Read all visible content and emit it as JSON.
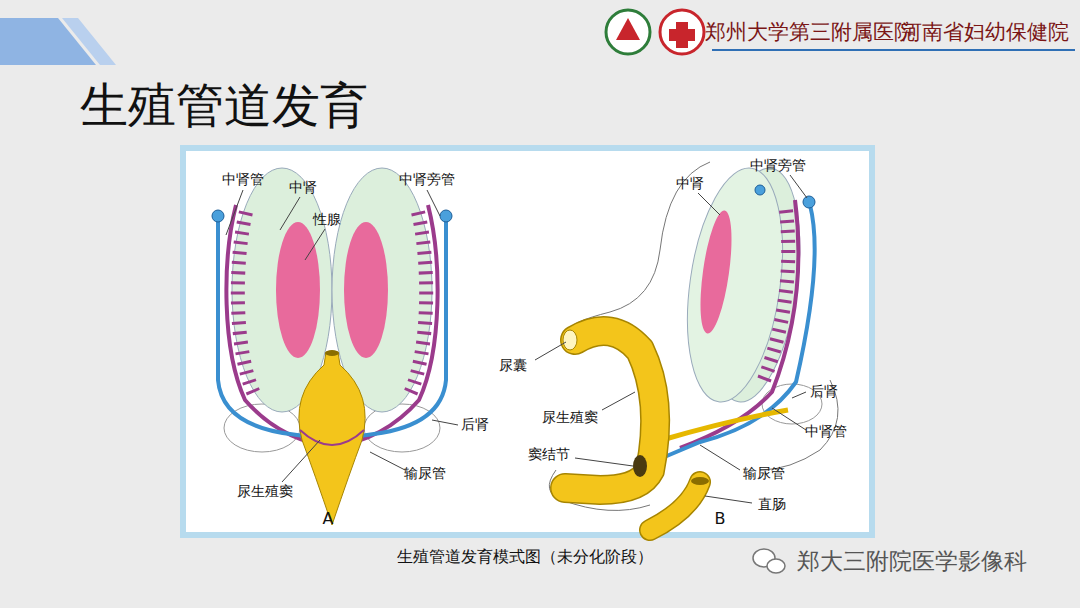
{
  "diagram": {
    "title": "生殖管道发育",
    "caption": "生殖管道发育模式图（未分化阶段）",
    "labels": [
      "郑州大学第三附属医院",
      "河南省妇幼保健院",
      "中肾管",
      "中肾",
      "性腺",
      "中肾旁管",
      "后肾",
      "输尿管",
      "尿生殖窦",
      "A",
      "中肾",
      "中肾旁管",
      "尿囊",
      "尿生殖窦",
      "后肾",
      "中肾管",
      "窦结节",
      "输尿管",
      "直肠",
      "B",
      "郑大三附院医学影像科"
    ]
  }
}
